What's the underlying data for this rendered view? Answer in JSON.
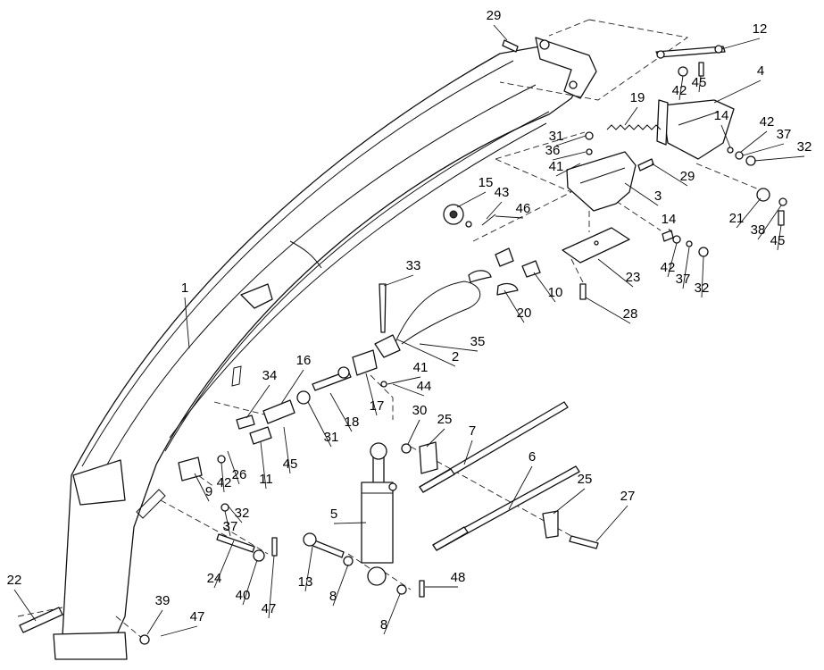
{
  "diagram": {
    "kind": "exploded parts diagram",
    "colors": {
      "line": "#111111",
      "background": "#ffffff"
    },
    "callouts": [
      "1",
      "2",
      "3",
      "4",
      "5",
      "6",
      "7",
      "8",
      "8",
      "9",
      "10",
      "11",
      "12",
      "13",
      "14",
      "14",
      "15",
      "16",
      "17",
      "18",
      "19",
      "20",
      "21",
      "22",
      "23",
      "24",
      "25",
      "25",
      "26",
      "27",
      "28",
      "29",
      "29",
      "30",
      "31",
      "31",
      "32",
      "32",
      "32",
      "33",
      "34",
      "35",
      "36",
      "37",
      "37",
      "37",
      "38",
      "39",
      "40",
      "41",
      "41",
      "42",
      "42",
      "42",
      "42",
      "43",
      "44",
      "45",
      "45",
      "45",
      "46",
      "47",
      "47",
      "48"
    ]
  }
}
